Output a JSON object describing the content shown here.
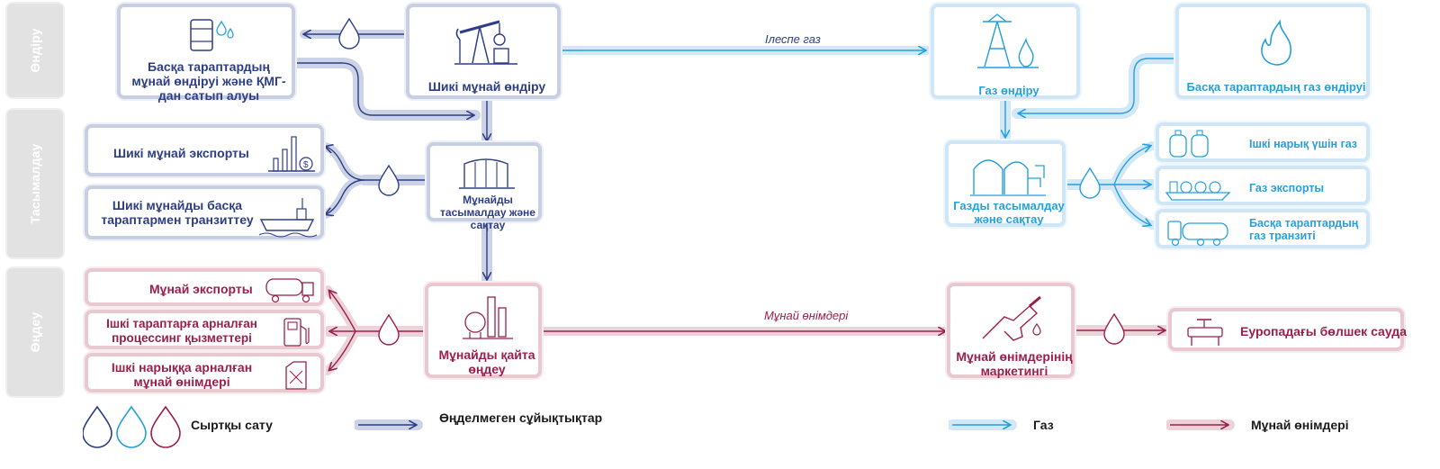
{
  "stages": {
    "production": "Өндіру",
    "transport": "Тасымалдау",
    "refining": "Өңдеу"
  },
  "oil": {
    "third_party": "Басқа тараптардың мұнай өндіруі және ҚМГ-дан сатып алуы",
    "crude_production": "Шикі мұнай өндіру",
    "crude_export": "Шикі мұнай экспорты",
    "crude_transit": "Шикі мұнайды басқа тараптармен транзиттеу",
    "transport_storage": "Мұнайды тасымалдау және сақтау",
    "oil_export": "Мұнай экспорты",
    "processing_services": "Ішкі тараптарға арналған процессинг қызметтері",
    "domestic_products": "Ішкі нарыққа арналған мұнай өнімдері",
    "refining": "Мұнайды қайта өңдеу"
  },
  "gas": {
    "associated_gas": "Ілеспе газ",
    "gas_production": "Газ өндіру",
    "third_party_gas": "Басқа тараптардың газ өндіруі",
    "transport_storage": "Газды тасымалдау және сақтау",
    "domestic_gas": "Ішкі нарық үшін газ",
    "gas_export": "Газ экспорты",
    "gas_transit": "Басқа тараптардың газ транзиті"
  },
  "products": {
    "flow_label": "Мұнай өнімдері",
    "marketing": "Мұнай өнімдерінің маркетингі",
    "retail": "Еуропадағы бөлшек сауда"
  },
  "legend": {
    "external_sales": "Сыртқы сату",
    "raw_liquids": "Өңделмеген сұйықтықтар",
    "gas": "Газ",
    "oil_products": "Мұнай өнімдері"
  },
  "colors": {
    "oil": "#2d3e85",
    "gas": "#25a0dc",
    "products": "#9b1f4b"
  }
}
